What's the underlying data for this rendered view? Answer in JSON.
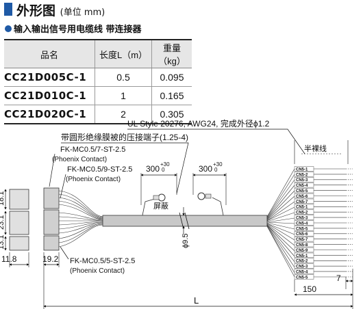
{
  "header": {
    "title": "外形图",
    "unit": "(单位 mm)"
  },
  "subtitle": "输入输出信号用电缆线 带连接器",
  "spec_table": {
    "columns": [
      "品名",
      "长度L（m）",
      "重量（kg）"
    ],
    "rows": [
      {
        "part": "CC21D005C-1",
        "length": "0.5",
        "weight": "0.095"
      },
      {
        "part": "CC21D010C-1",
        "length": "1",
        "weight": "0.165"
      },
      {
        "part": "CC21D020C-1",
        "length": "2",
        "weight": "0.305"
      }
    ]
  },
  "drawing": {
    "cable_spec": "UL Style 20276, AWG24, 完成外径ϕ1.2",
    "terminal_label": "带圆形绝缘膜被的压接端子(1.25-4)",
    "connector_top": "FK-MC0.5/7-ST-2.5",
    "connector_mid": "FK-MC0.5/9-ST-2.5",
    "connector_bot": "FK-MC0.5/5-ST-2.5",
    "maker": "(Phoenix Contact)",
    "dim_300": "300",
    "tol_plus": "+30",
    "tol_zero": "0",
    "shield_label": "屏蔽",
    "half_strip_label": "半裸线",
    "dia_label": "ϕ9.5",
    "dim_18_1": "18.1",
    "dim_23_1": "23.1",
    "dim_13_1": "13.1",
    "dim_11_8": "11.8",
    "dim_19_2": "19.2",
    "dim_7": "7",
    "dim_150": "150",
    "dim_L": "L",
    "wire_labels": [
      "CN5-1",
      "CN5-2",
      "CN5-3",
      "CN5-4",
      "CN5-5",
      "CN5-6",
      "CN5-7",
      "CN5-1",
      "CN5-2",
      "CN5-3",
      "CN5-4",
      "CN5-5",
      "CN5-6",
      "CN5-7",
      "CN5-8",
      "CN5-9",
      "CN5-1",
      "CN5-2",
      "CN5-3",
      "CN5-4",
      "CN5-5"
    ]
  },
  "colors": {
    "accent": "#1f5aa6",
    "cable": "#c8c8c8",
    "connector": "#d0d0d0"
  }
}
